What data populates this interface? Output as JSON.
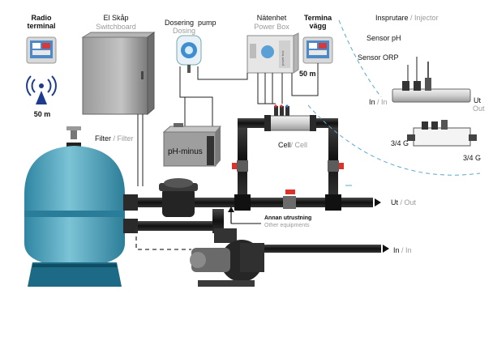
{
  "labels": {
    "radio_terminal_1": "Radio",
    "radio_terminal_2": "terminal",
    "radio_range": "50 m",
    "switchboard_sv": "El Skåp",
    "switchboard_en": "Switchboard",
    "dosing_sv": "Dosering",
    "dosing_pump": "pump",
    "dosing_en": "Dosing",
    "power_box_sv": "Nätenhet",
    "power_box_en": "Power Box",
    "wall_terminal_1": "Termina",
    "wall_terminal_2": "vägg",
    "wall_range": "50 m",
    "injector_sv": "Insprutare",
    "injector_sep": " / ",
    "injector_en": "Injector",
    "sensor_ph": "Sensor pH",
    "sensor_orp": "Sensor ORP",
    "in_sv": "In",
    "in_sep": " / ",
    "in_en": "In",
    "out_sv": "Ut",
    "out_en": "Out",
    "thread_a": "3/4 G",
    "thread_b": "3/4 G",
    "filter_sv": "Filter",
    "filter_sep": " / ",
    "filter_en": "Filter",
    "ph_minus": "pH-minus",
    "cell_sv": "Cell",
    "cell_sep": "/ ",
    "cell_en": "Cell",
    "pipe_out_sv": "Ut",
    "pipe_out_sep": " / ",
    "pipe_out_en": "Out",
    "other_sv": "Annan utrustning",
    "other_en": "Other equipments",
    "pipe_in_sv": "In",
    "pipe_in_sep": " / ",
    "pipe_in_en": "In",
    "power_box_device_text": "power box"
  },
  "colors": {
    "tank": "#4aa3bd",
    "tank_light": "#7cc3d6",
    "pipe": "#1a1a1a",
    "cabinet": "#8c8c8c",
    "dashed": "#5aa8cf",
    "antenna": "#1d3c8f",
    "valve_red": "#d9342b"
  }
}
